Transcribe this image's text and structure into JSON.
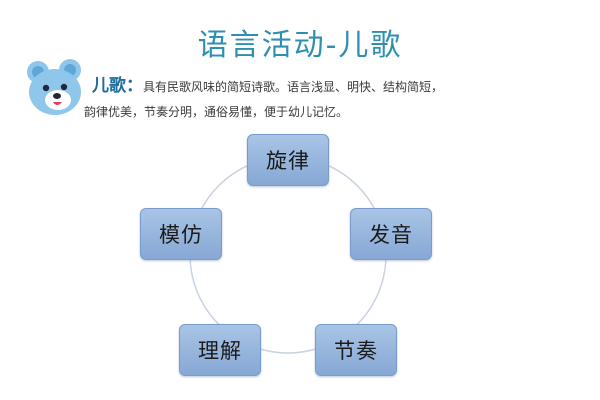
{
  "title": "语言活动-儿歌",
  "intro": {
    "label": "儿歌：",
    "line1": "具有民歌风味的简短诗歌。语言浅显、明快、结构简短，",
    "line2": "韵律优美，节奏分明，通俗易懂，便于幼儿记忆。"
  },
  "cycle": {
    "nodes": [
      "旋律",
      "发音",
      "节奏",
      "理解",
      "模仿"
    ]
  },
  "colors": {
    "title": "#2f8fb0",
    "node_fill": "#9db9e0",
    "node_border": "#7a9ccc",
    "ring": "#c9d3e3"
  },
  "icons": [
    "bear-mascot-icon"
  ]
}
